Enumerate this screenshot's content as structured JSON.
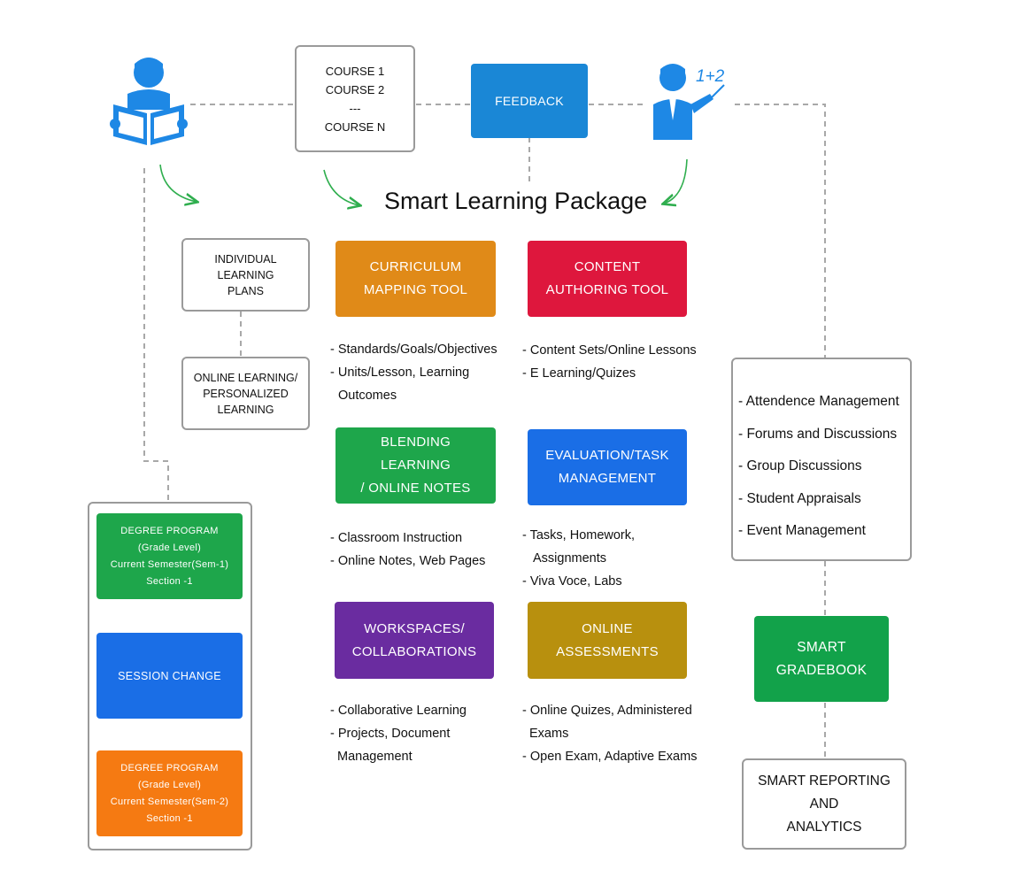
{
  "title": "Smart Learning Package",
  "courses": [
    "COURSE 1",
    "COURSE 2",
    "---",
    "COURSE N"
  ],
  "feedback": "FEEDBACK",
  "teacher_formula": "1+2",
  "individual_plans": [
    "INDIVIDUAL",
    "LEARNING",
    "PLANS"
  ],
  "online_learning": [
    "ONLINE LEARNING/",
    "PERSONALIZED",
    "LEARNING"
  ],
  "tools": [
    {
      "lines": [
        "CURRICULUM",
        "MAPPING TOOL"
      ],
      "color": "#e08a18",
      "items": [
        "- Standards/Goals/Objectives",
        "- Units/Lesson, Learning",
        "  Outcomes"
      ]
    },
    {
      "lines": [
        "CONTENT",
        "AUTHORING TOOL"
      ],
      "color": "#de173d",
      "items": [
        "- Content Sets/Online Lessons",
        "- E Learning/Quizes"
      ]
    },
    {
      "lines": [
        "BLENDING LEARNING",
        "/ ONLINE NOTES"
      ],
      "color": "#1ea64b",
      "items": [
        "- Classroom Instruction",
        "- Online Notes, Web Pages"
      ]
    },
    {
      "lines": [
        "EVALUATION/TASK",
        "MANAGEMENT"
      ],
      "color": "#1a6ee6",
      "items": [
        "- Tasks, Homework,",
        "  Assignments",
        "- Viva Voce, Labs"
      ]
    },
    {
      "lines": [
        "WORKSPACES/",
        "COLLABORATIONS"
      ],
      "color": "#6a2ca0",
      "items": [
        "- Collaborative Learning",
        "- Projects, Document",
        "  Management"
      ]
    },
    {
      "lines": [
        "ONLINE",
        "ASSESSMENTS"
      ],
      "color": "#b8900e",
      "items": [
        "- Online Quizes, Administered",
        "  Exams",
        "- Open Exam, Adaptive Exams"
      ]
    }
  ],
  "management": [
    "- Attendence Management",
    "- Forums and Discussions",
    "- Group Discussions",
    "- Student Appraisals",
    "- Event Management"
  ],
  "gradebook": [
    "SMART",
    "GRADEBOOK"
  ],
  "reporting": [
    "SMART REPORTING",
    "AND",
    "ANALYTICS"
  ],
  "degree_1": [
    "DEGREE PROGRAM",
    "(Grade Level)",
    "Current Semester(Sem-1)",
    "Section -1"
  ],
  "session_change": "SESSION CHANGE",
  "degree_2": [
    "DEGREE PROGRAM",
    "(Grade Level)",
    "Current Semester(Sem-2)",
    "Section -1"
  ],
  "colors": {
    "green": "#1ea64b",
    "blue": "#1a6ee6",
    "orange": "#f57a12",
    "feedback": "#1a87d6",
    "gradebook": "#12a24a",
    "icon_blue": "#1e88e5",
    "arrow_green": "#2fae4e",
    "dash": "#a8a8a8"
  }
}
